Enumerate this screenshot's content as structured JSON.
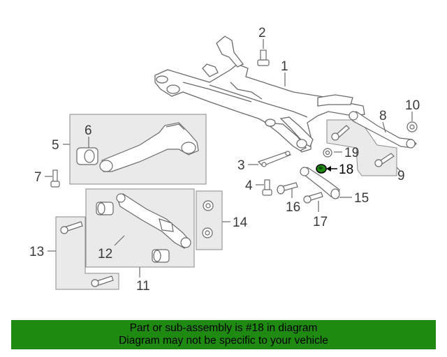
{
  "diagram": {
    "callouts": {
      "c1": "1",
      "c2": "2",
      "c3": "3",
      "c4": "4",
      "c5": "5",
      "c6": "6",
      "c7": "7",
      "c8": "8",
      "c9": "9",
      "c10": "10",
      "c11": "11",
      "c12": "12",
      "c13": "13",
      "c14": "14",
      "c15": "15",
      "c16": "16",
      "c17": "17",
      "c18": "18",
      "c19": "19"
    },
    "highlighted_part": "18",
    "colors": {
      "highlight": "#1f8a12",
      "panel": "#eaeaea",
      "line": "#6a6a6a"
    }
  },
  "banner": {
    "line1": "Part or sub-assembly is #18 in diagram",
    "line2": "Diagram may not be specific to your vehicle"
  }
}
